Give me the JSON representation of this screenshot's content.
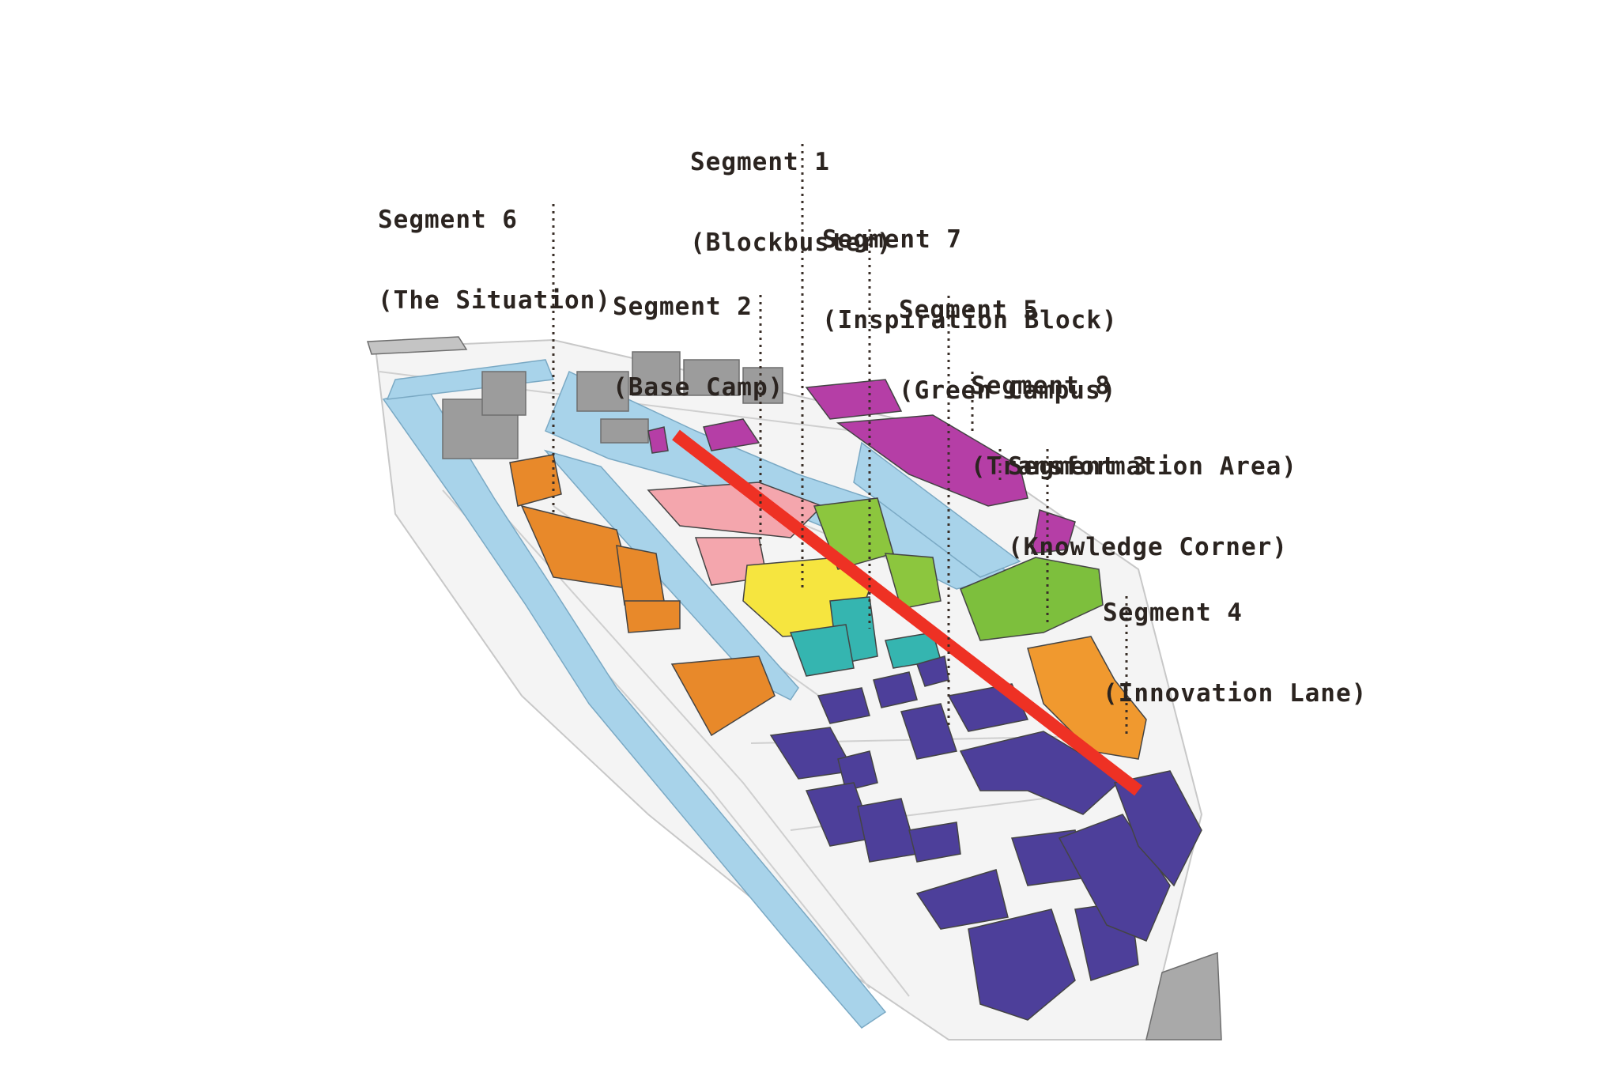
{
  "colors": {
    "water": "#a8d3ea",
    "existing_buildings": "#9c9c9c",
    "route_line": "#ee3124",
    "segment_1": "#f6e53f",
    "segment_2": "#f4a6ad",
    "segment_3": "#7dbf3d",
    "segment_4": "#d98a2b",
    "segment_5": "#8cc63e",
    "segment_6": "#e8892a",
    "segment_7": "#35b5b0",
    "segment_8": "#b53ea6",
    "campus": "#4d3f9a",
    "leader": "#3a2f28"
  },
  "segments": [
    {
      "name": "Segment 1",
      "subtitle": "(Blockbuster)"
    },
    {
      "name": "Segment 6",
      "subtitle": "(The Situation)"
    },
    {
      "name": "Segment 7",
      "subtitle": "(Inspiration Block)"
    },
    {
      "name": "Segment 2",
      "subtitle": "(Base Camp)"
    },
    {
      "name": "Segment 5",
      "subtitle": "(Green Campus)"
    },
    {
      "name": "Segment 8",
      "subtitle": "(Transformation Area)"
    },
    {
      "name": "Segment 3",
      "subtitle": "(Knowledge Corner)"
    },
    {
      "name": "Segment 4",
      "subtitle": "(Innovation Lane)"
    }
  ]
}
